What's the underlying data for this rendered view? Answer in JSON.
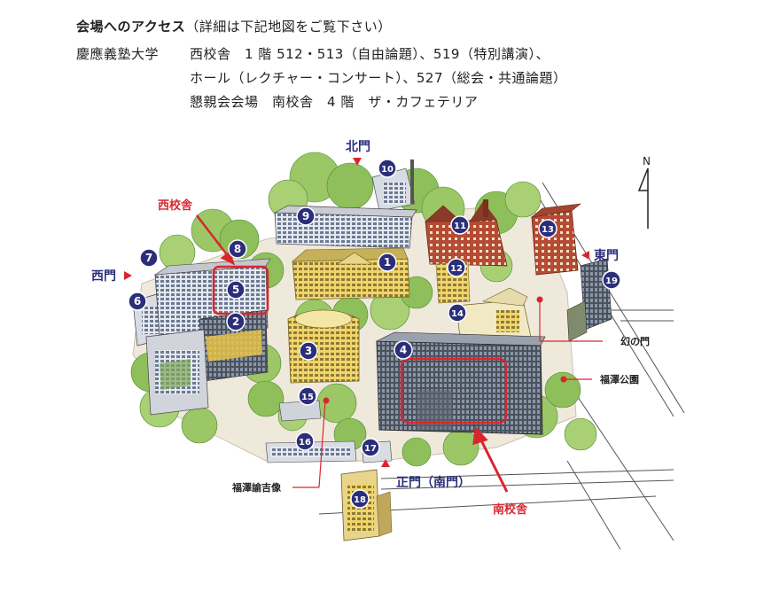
{
  "header": {
    "access_title": "会場へのアクセス",
    "access_note": "（詳細は下記地図をご覧下さい）",
    "university": "慶應義塾大学",
    "line1": "西校舎　1 階 512・513（自由論題）、519（特別講演）、",
    "line2": "ホール（レクチャー・コンサート）、527（総会・共通論題）",
    "line3": "懇親会会場　南校舎　4 階　ザ・カフェテリア"
  },
  "map": {
    "gates": {
      "north": "北門",
      "east": "東門",
      "west": "西門",
      "main": "正門（南門）"
    },
    "highlights": {
      "west_building": "西校舎",
      "south_building": "南校舎"
    },
    "landmarks": {
      "phantom_gate": "幻の門",
      "fukuzawa_park": "福澤公園",
      "fukuzawa_statue": "福澤諭吉像"
    },
    "compass": "N",
    "building_numbers": [
      "1",
      "2",
      "3",
      "4",
      "5",
      "6",
      "7",
      "8",
      "9",
      "10",
      "11",
      "12",
      "13",
      "14",
      "15",
      "16",
      "17",
      "18",
      "19"
    ]
  },
  "colors": {
    "badge": "#2b2f7a",
    "highlight": "#d9262e",
    "gate_text": "#2b2f7a",
    "tree": "#8fbf5a",
    "tree_dark": "#5e9a3a"
  }
}
